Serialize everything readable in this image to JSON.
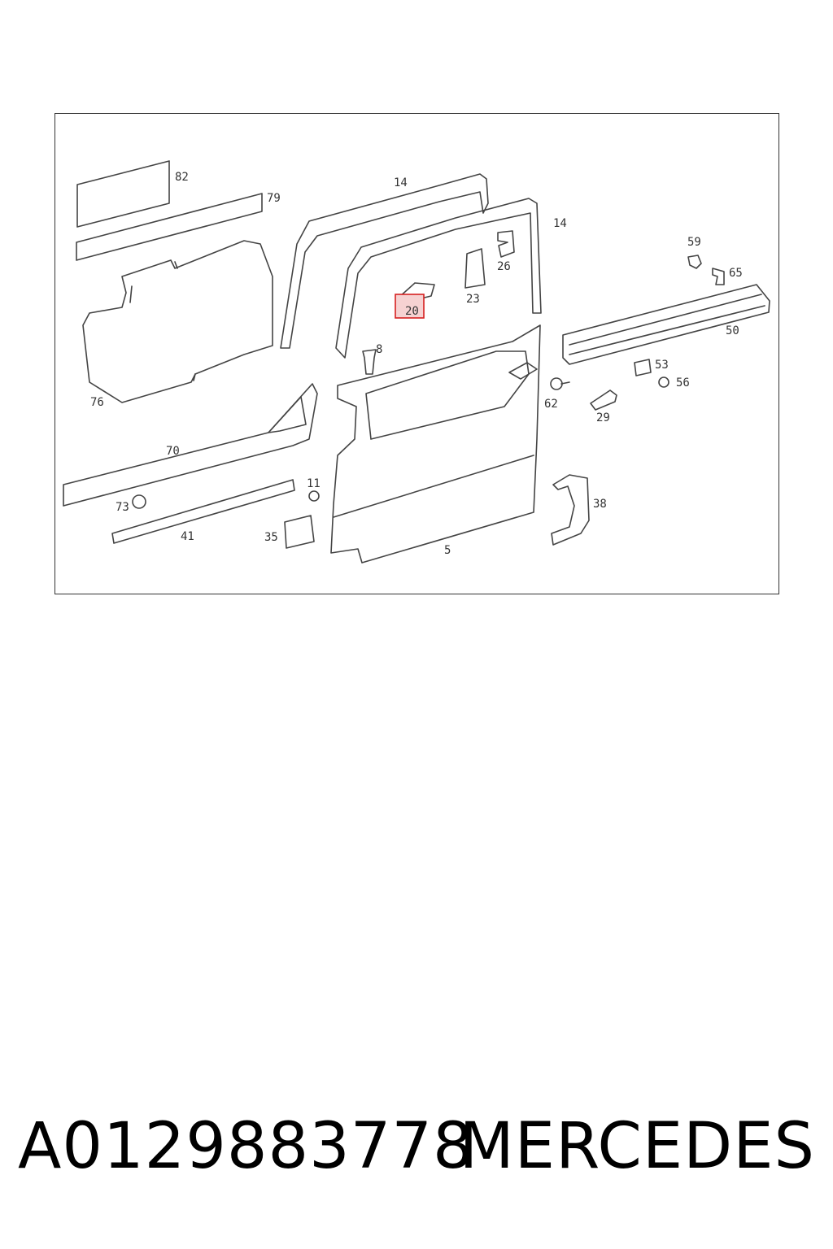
{
  "diagram": {
    "callouts": {
      "c82": "82",
      "c79": "79",
      "c14a": "14",
      "c14b": "14",
      "c26": "26",
      "c23": "23",
      "c20": "20",
      "c59": "59",
      "c65": "65",
      "c50": "50",
      "c8": "8",
      "c53": "53",
      "c56": "56",
      "c62": "62",
      "c29": "29",
      "c76": "76",
      "c70": "70",
      "c11": "11",
      "c73": "73",
      "c41": "41",
      "c35": "35",
      "c38": "38",
      "c5": "5"
    },
    "highlighted_callout": "20",
    "highlight_color": "#d62020"
  },
  "footer": {
    "part_number": "A0129883778",
    "brand": "MERCEDES"
  }
}
